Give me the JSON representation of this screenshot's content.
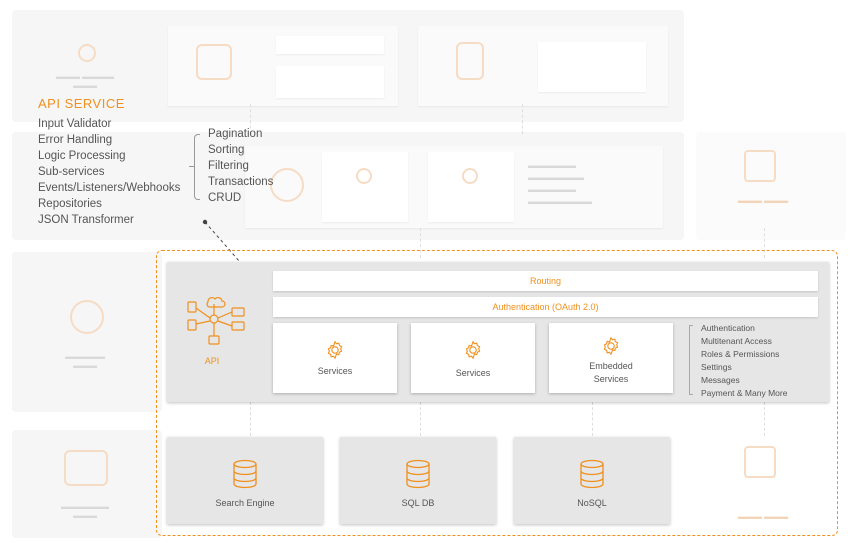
{
  "api_service": {
    "title": "API SERVICE",
    "items": [
      "Input Validator",
      "Error Handling",
      "Logic Processing",
      "Sub-services",
      "Events/Listeners/Webhooks",
      "Repositories",
      "JSON Transformer"
    ],
    "sub_items": [
      "Pagination",
      "Sorting",
      "Filtering",
      "Transactions",
      "CRUD"
    ]
  },
  "api_block": {
    "label": "API",
    "routing": "Routing",
    "authentication": "Authentication (OAuth 2.0)",
    "services": [
      {
        "label": "Services"
      },
      {
        "label": "Services"
      },
      {
        "label": "Embedded Services"
      }
    ],
    "features": [
      "Authentication",
      "Multitenant Access",
      "Roles & Permissions",
      "Settings",
      "Messages",
      "Payment & Many More"
    ]
  },
  "databases": [
    {
      "label": "Search Engine"
    },
    {
      "label": "SQL DB"
    },
    {
      "label": "NoSQL"
    }
  ],
  "colors": {
    "accent": "#f0901e",
    "panel": "#e6e6e6",
    "text": "#555555"
  },
  "icons": {
    "api": "api-network-icon",
    "service": "gear-icon",
    "database": "database-icon"
  }
}
